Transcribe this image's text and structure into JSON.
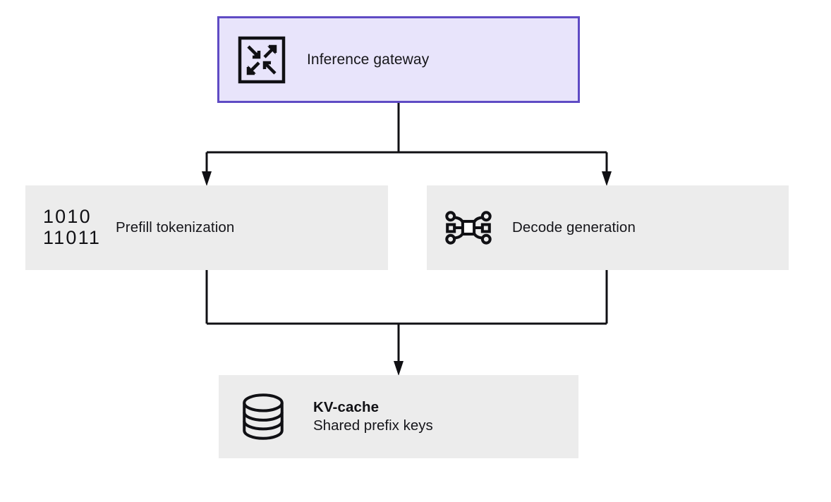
{
  "diagram": {
    "background": "#ffffff",
    "edge_color": "#101014",
    "nodes": [
      {
        "id": "gateway",
        "title": "Inference gateway",
        "icon": "expand-collapse-arrows-icon",
        "fill": "#e8e4fb",
        "border": "#5f4bc4"
      },
      {
        "id": "prefill",
        "title": "Prefill tokenization",
        "icon": "binary-digits-icon",
        "icon_rows": [
          "1010",
          "11011"
        ],
        "fill": "#ececec"
      },
      {
        "id": "decode",
        "title": "Decode generation",
        "icon": "network-topology-icon",
        "fill": "#ececec"
      },
      {
        "id": "kvcache",
        "title": "KV-cache",
        "subtitle": "Shared prefix keys",
        "icon": "database-stack-icon",
        "fill": "#ececec"
      }
    ],
    "edges": [
      {
        "from": "gateway",
        "to": "prefill",
        "style": "orthogonal-fork",
        "arrow": true
      },
      {
        "from": "gateway",
        "to": "decode",
        "style": "orthogonal-fork",
        "arrow": true
      },
      {
        "from": "prefill",
        "to": "kvcache",
        "style": "orthogonal-merge",
        "arrow": true
      },
      {
        "from": "decode",
        "to": "kvcache",
        "style": "orthogonal-merge",
        "arrow": true
      }
    ]
  }
}
